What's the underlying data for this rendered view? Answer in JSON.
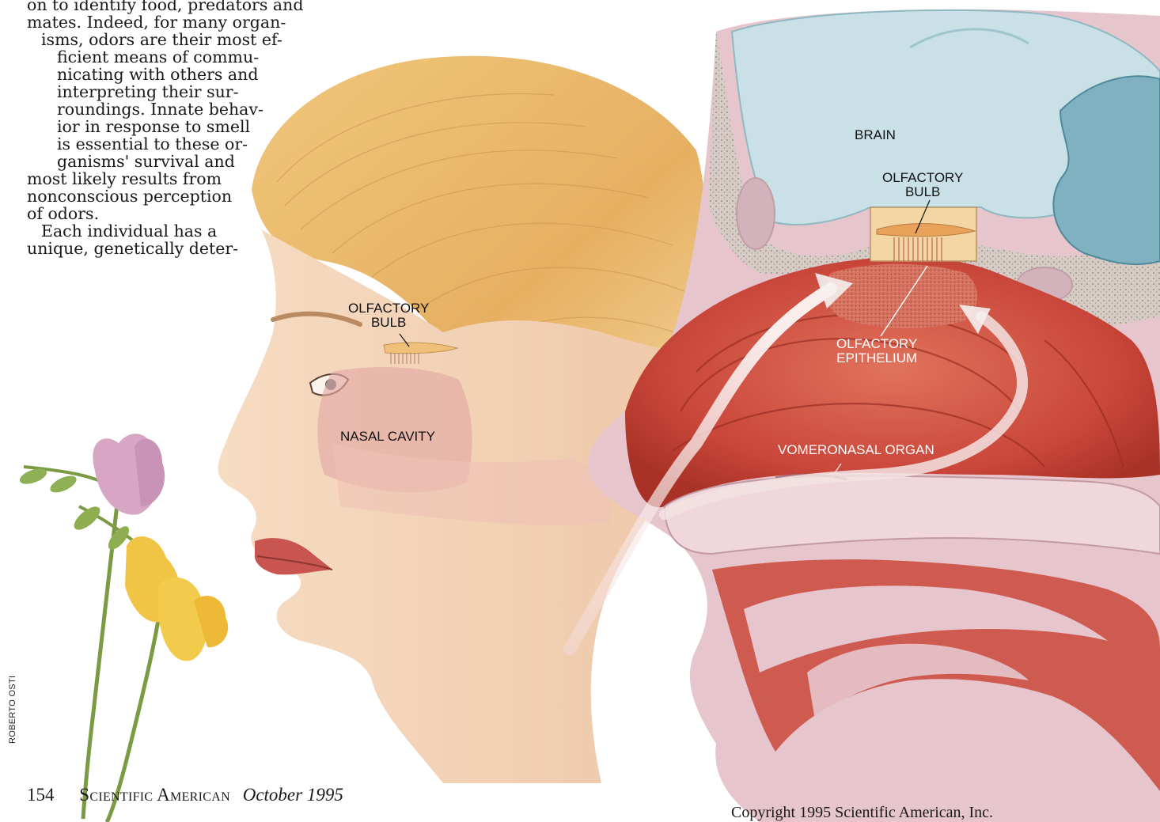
{
  "article": {
    "paragraph1_lines": [
      "on to identify food, predators and",
      "mates. Indeed, for many organ-",
      "isms, odors are their most ef-",
      "ficient means of commu-",
      "nicating with others and",
      "interpreting their sur-",
      "roundings. Innate behav-",
      "ior in response to smell",
      "is essential to these or-",
      "ganisms' survival and",
      "most likely results from",
      "nonconscious perception",
      "of odors."
    ],
    "paragraph2_lines": [
      "Each individual has a",
      "unique, genetically deter-"
    ]
  },
  "figure": {
    "labels": {
      "brain": "BRAIN",
      "olfactory_bulb_right": [
        "OLFACTORY",
        "BULB"
      ],
      "olfactory_epithelium": [
        "OLFACTORY",
        "EPITHELIUM"
      ],
      "vomeronasal_organ": "VOMERONASAL ORGAN",
      "olfactory_bulb_left": [
        "OLFACTORY",
        "BULB"
      ],
      "nasal_cavity": "NASAL CAVITY"
    },
    "credit": "ROBERTO OSTI",
    "colors": {
      "skin": "#f1cfb2",
      "hair": "#e8b967",
      "cavity": "#c9463a",
      "tissue": "#e6c5cd",
      "brain": "#c8e0e6",
      "bone": "#d9cfc8"
    }
  },
  "footer": {
    "page_number": "154",
    "magazine": "Scientific American",
    "date": "October 1995",
    "copyright": "Copyright 1995 Scientific American, Inc."
  }
}
